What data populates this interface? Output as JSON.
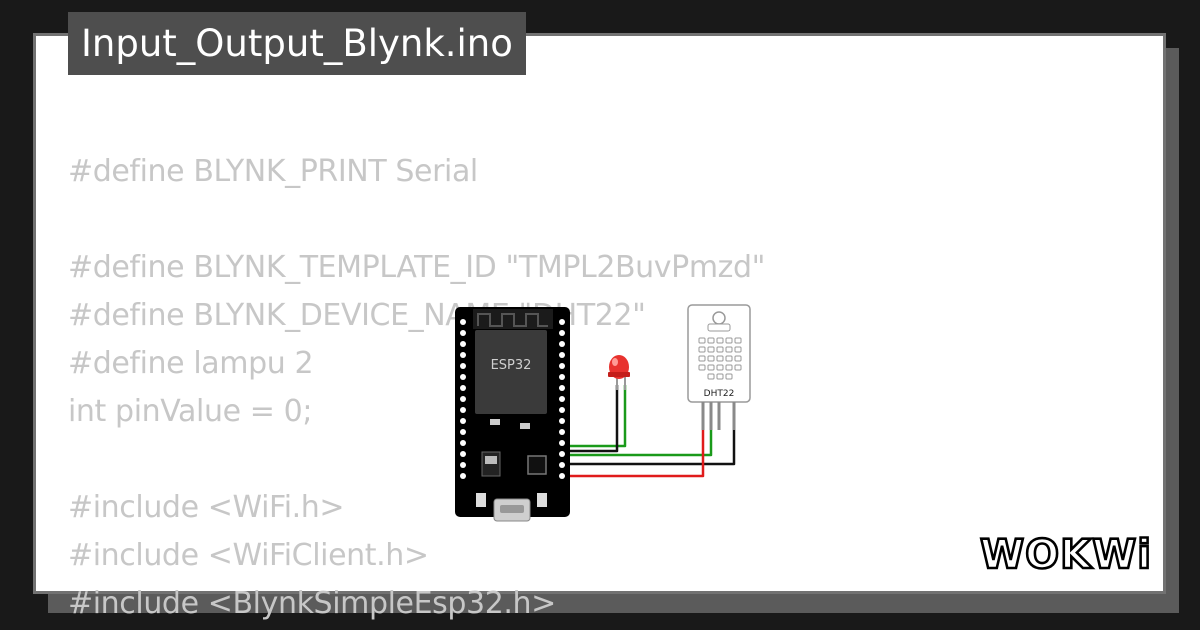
{
  "window": {
    "title": "Input_Output_Blynk.ino"
  },
  "code_lines": [
    "#define BLYNK_PRINT Serial",
    "",
    "#define BLYNK_TEMPLATE_ID \"TMPL2BuvPmzd\"",
    "#define BLYNK_DEVICE_NAME \"DHT22\"",
    "#define lampu 2",
    "int pinValue = 0;",
    "",
    "#include <WiFi.h>",
    "#include <WiFiClient.h>",
    "#include <BlynkSimpleEsp32.h>"
  ],
  "diagram": {
    "board_label": "ESP32",
    "sensor_label": "DHT22",
    "wire_colors": {
      "green": "#1a9a1a",
      "black": "#111111",
      "red": "#e01b1b"
    },
    "led_color": "#e8322e"
  },
  "brand": {
    "logo_text": "WOKWi"
  }
}
